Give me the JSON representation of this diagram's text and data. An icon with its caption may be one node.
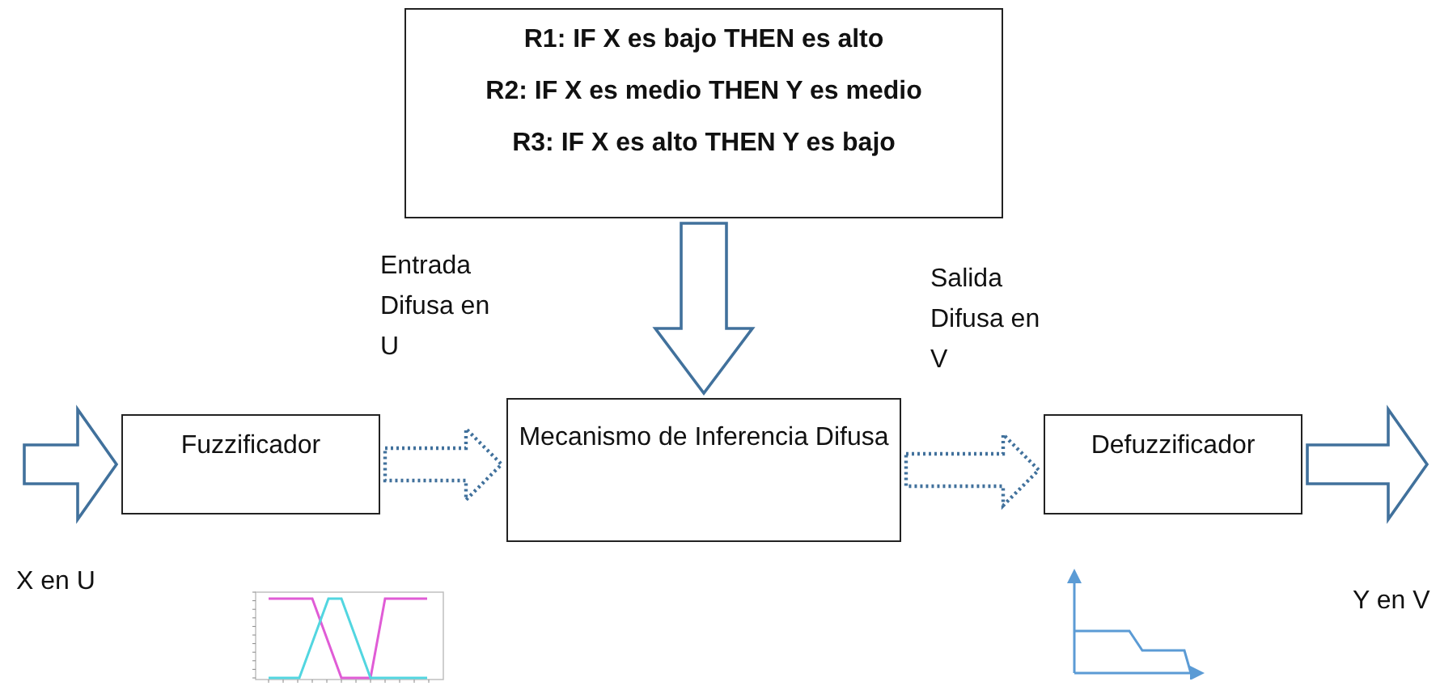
{
  "diagram": {
    "nodes": [
      {
        "text": [
          "R1: IF X es bajo THEN es alto",
          "R2: IF X es medio THEN Y es medio",
          "R3: IF X es alto THEN Y es bajo"
        ]
      },
      {
        "text": [
          "Fuzzificador"
        ]
      },
      {
        "text": [
          "Mecanismo de Inferencia  Difusa"
        ]
      },
      {
        "text": [
          "Defuzzificador"
        ]
      },
      {
        "text": [],
        "shape": "picture"
      },
      {
        "text": [],
        "shape": "picture"
      }
    ],
    "edges": [
      {
        "from": null,
        "to": 1,
        "arrow": "to",
        "label": "X en U"
      },
      {
        "from": 1,
        "to": 2,
        "arrow": "to",
        "label": "Entrada Difusa en U",
        "style": "dashed"
      },
      {
        "from": 0,
        "to": 2,
        "arrow": "to"
      },
      {
        "from": 2,
        "to": 3,
        "arrow": "to",
        "label": "Salida Difusa en V",
        "style": "dashed"
      },
      {
        "from": 3,
        "to": null,
        "arrow": "to",
        "label": "Y en V"
      }
    ]
  }
}
